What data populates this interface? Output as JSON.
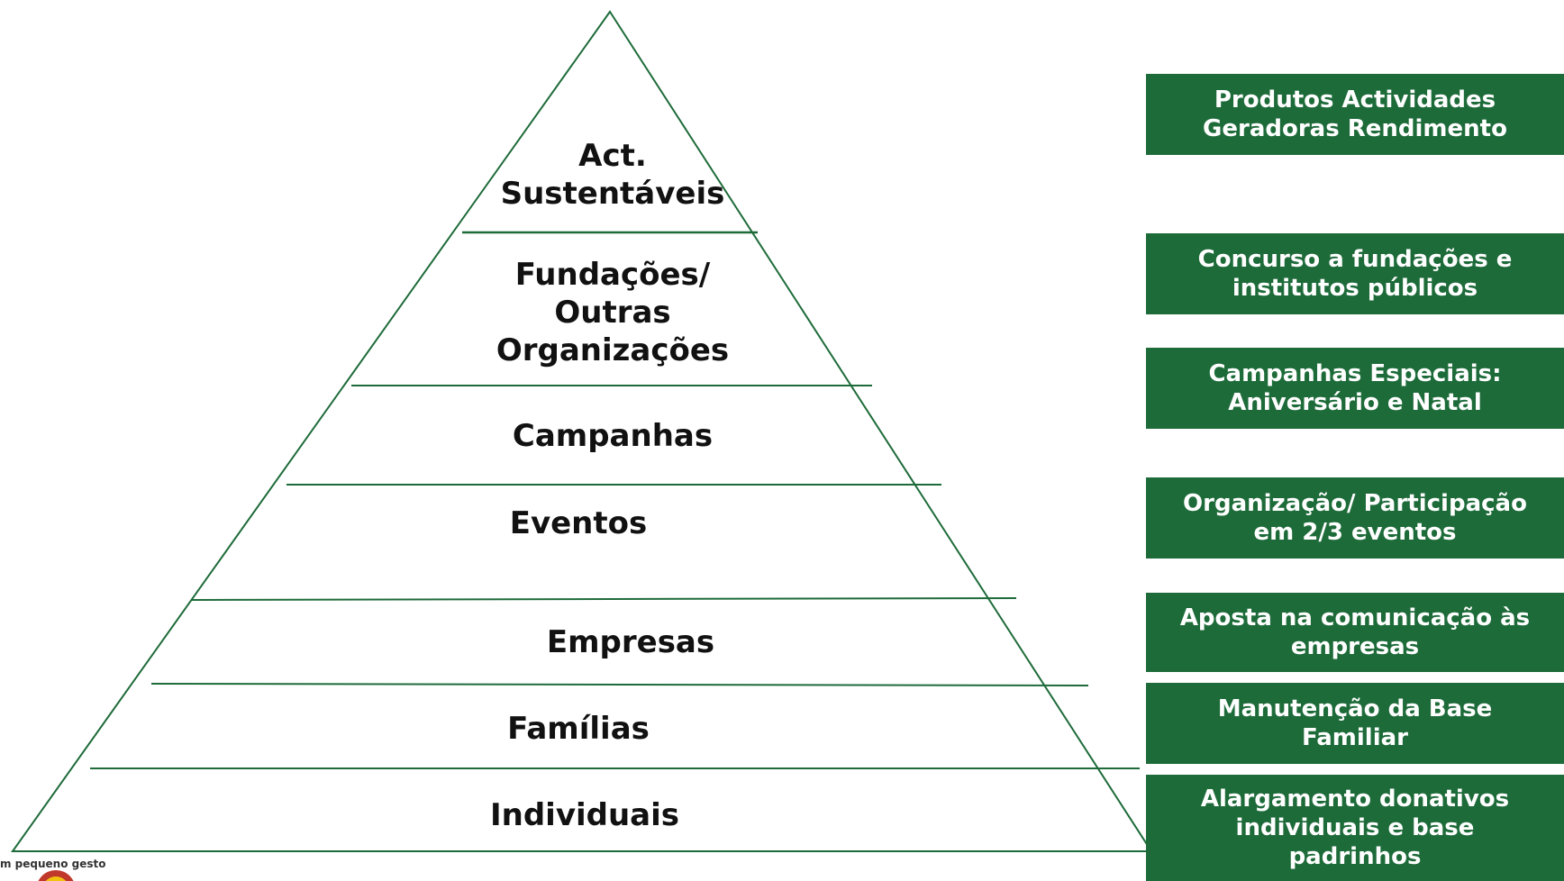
{
  "tiers": [
    {
      "label": "Act.\nSustentáveis"
    },
    {
      "label": "Fundações/\nOutras\nOrganizações"
    },
    {
      "label": "Campanhas"
    },
    {
      "label": "Eventos"
    },
    {
      "label": "Empresas"
    },
    {
      "label": "Famílias"
    },
    {
      "label": "Individuais"
    }
  ],
  "side_boxes": [
    {
      "text": "Produtos Actividades\nGeradoras Rendimento"
    },
    {
      "text": "Concurso a fundações e\ninstitutos públicos"
    },
    {
      "text": "Campanhas Especiais:\nAniversário e Natal"
    },
    {
      "text": "Organização/ Participação\nem 2/3 eventos"
    },
    {
      "text": "Aposta na comunicação às\nempresas"
    },
    {
      "text": "Manutenção da Base\nFamiliar"
    },
    {
      "text": "Alargamento donativos\nindividuais e base\npadrinhos"
    }
  ],
  "logo": {
    "text": "m pequeno gesto"
  },
  "colors": {
    "line": "#1e6b3a",
    "box": "#1e6b3a",
    "box_text": "#ffffff"
  }
}
